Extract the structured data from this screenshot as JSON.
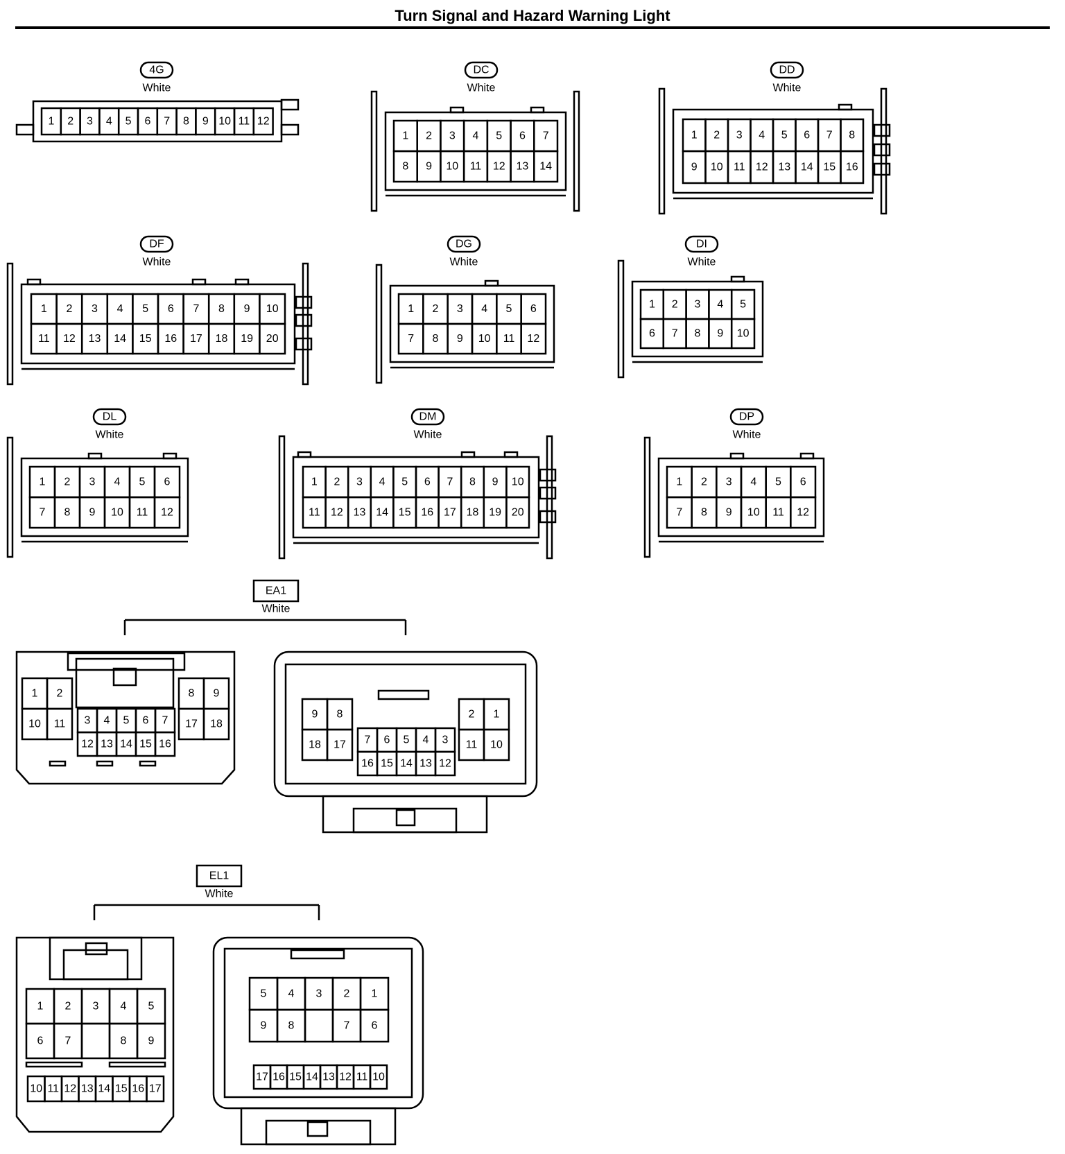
{
  "page": {
    "title": "Turn Signal and Hazard Warning Light"
  },
  "connectors": [
    {
      "id": "4G",
      "color": "White",
      "rows": [
        [
          "1",
          "2",
          "3",
          "4",
          "5",
          "6",
          "7",
          "8",
          "9",
          "10",
          "11",
          "12"
        ]
      ]
    },
    {
      "id": "DC",
      "color": "White",
      "rows": [
        [
          "1",
          "2",
          "3",
          "4",
          "5",
          "6",
          "7"
        ],
        [
          "8",
          "9",
          "10",
          "11",
          "12",
          "13",
          "14"
        ]
      ]
    },
    {
      "id": "DD",
      "color": "White",
      "rows": [
        [
          "1",
          "2",
          "3",
          "4",
          "5",
          "6",
          "7",
          "8"
        ],
        [
          "9",
          "10",
          "11",
          "12",
          "13",
          "14",
          "15",
          "16"
        ]
      ]
    },
    {
      "id": "DF",
      "color": "White",
      "rows": [
        [
          "1",
          "2",
          "3",
          "4",
          "5",
          "6",
          "7",
          "8",
          "9",
          "10"
        ],
        [
          "11",
          "12",
          "13",
          "14",
          "15",
          "16",
          "17",
          "18",
          "19",
          "20"
        ]
      ]
    },
    {
      "id": "DG",
      "color": "White",
      "rows": [
        [
          "1",
          "2",
          "3",
          "4",
          "5",
          "6"
        ],
        [
          "7",
          "8",
          "9",
          "10",
          "11",
          "12"
        ]
      ]
    },
    {
      "id": "DI",
      "color": "White",
      "rows": [
        [
          "1",
          "2",
          "3",
          "4",
          "5"
        ],
        [
          "6",
          "7",
          "8",
          "9",
          "10"
        ]
      ]
    },
    {
      "id": "DL",
      "color": "White",
      "rows": [
        [
          "1",
          "2",
          "3",
          "4",
          "5",
          "6"
        ],
        [
          "7",
          "8",
          "9",
          "10",
          "11",
          "12"
        ]
      ]
    },
    {
      "id": "DM",
      "color": "White",
      "rows": [
        [
          "1",
          "2",
          "3",
          "4",
          "5",
          "6",
          "7",
          "8",
          "9",
          "10"
        ],
        [
          "11",
          "12",
          "13",
          "14",
          "15",
          "16",
          "17",
          "18",
          "19",
          "20"
        ]
      ]
    },
    {
      "id": "DP",
      "color": "White",
      "rows": [
        [
          "1",
          "2",
          "3",
          "4",
          "5",
          "6"
        ],
        [
          "7",
          "8",
          "9",
          "10",
          "11",
          "12"
        ]
      ]
    },
    {
      "id": "EA1",
      "color": "White",
      "male": {
        "left": [
          [
            "1",
            "2"
          ],
          [
            "10",
            "11"
          ]
        ],
        "center": [
          [
            "3",
            "4",
            "5",
            "6",
            "7"
          ],
          [
            "12",
            "13",
            "14",
            "15",
            "16"
          ]
        ],
        "right": [
          [
            "8",
            "9"
          ],
          [
            "17",
            "18"
          ]
        ]
      },
      "female": {
        "left": [
          [
            "9",
            "8"
          ],
          [
            "18",
            "17"
          ]
        ],
        "center": [
          [
            "7",
            "6",
            "5",
            "4",
            "3"
          ],
          [
            "16",
            "15",
            "14",
            "13",
            "12"
          ]
        ],
        "right": [
          [
            "2",
            "1"
          ],
          [
            "11",
            "10"
          ]
        ]
      }
    },
    {
      "id": "EL1",
      "color": "White",
      "male": {
        "top": [
          [
            "1",
            "2",
            "3",
            "4",
            "5"
          ],
          [
            "6",
            "7",
            "",
            "8",
            "9"
          ]
        ],
        "bottom": [
          "10",
          "11",
          "12",
          "13",
          "14",
          "15",
          "16",
          "17"
        ]
      },
      "female": {
        "top": [
          [
            "5",
            "4",
            "3",
            "2",
            "1"
          ],
          [
            "9",
            "8",
            "",
            "7",
            "6"
          ]
        ],
        "bottom": [
          "17",
          "16",
          "15",
          "14",
          "13",
          "12",
          "11",
          "10"
        ]
      }
    }
  ]
}
